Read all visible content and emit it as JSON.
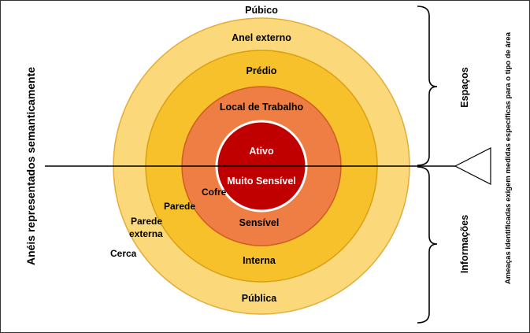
{
  "colors": {
    "ring_outer": "#fbd97a",
    "ring_outer_edge": "#e3ad3a",
    "ring_middle": "#f7c12c",
    "ring_middle_edge": "#d9a010",
    "ring_inner": "#ee7e43",
    "ring_inner_edge": "#cf5d20",
    "core": "#c00000",
    "core_edge": "#ffffff",
    "line": "#000000",
    "text": "#000000",
    "core_text": "#ffffff"
  },
  "side_label": "Anéis representados semanticamente",
  "top_label": "Púbico",
  "rings": {
    "outer": "Anel externo",
    "middle": "Prédio",
    "inner": "Local de Trabalho",
    "core_top": "Ativo",
    "core_bottom": "Muito Sensível"
  },
  "info": {
    "inner": "Sensível",
    "middle": "Interna",
    "outer": "Pública"
  },
  "barriers": {
    "cofre": "Cofre",
    "parede": "Parede",
    "parede_externa_line1": "Parede",
    "parede_externa_line2": "externa",
    "cerca": "Cerca"
  },
  "brackets": {
    "spaces": "Espaços",
    "information": "Informações"
  },
  "right_note": "Ameaças identificadas exigem medidas específicas para o tipo de área"
}
